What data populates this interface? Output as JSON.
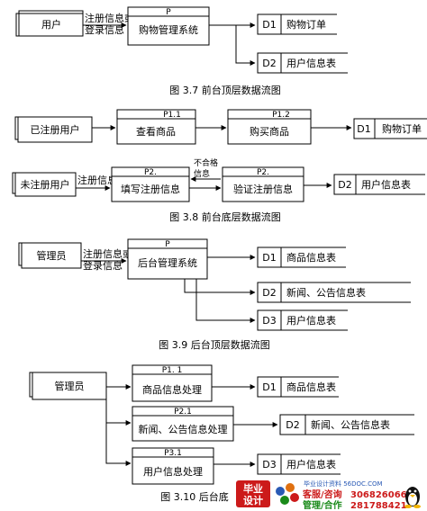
{
  "diagrams": [
    {
      "caption": "图 3.7 前台顶层数据流图",
      "external": "用户",
      "flow_lines": [
        "注册信息或",
        "登录信息"
      ],
      "process": {
        "id": "P",
        "name": "购物管理系统"
      },
      "stores": [
        {
          "id": "D1",
          "name": "购物订单"
        },
        {
          "id": "D2",
          "name": "用户信息表"
        }
      ]
    },
    {
      "caption": "图 3.8 前台底层数据流图",
      "row1": {
        "external": "已注册用户",
        "processes": [
          {
            "id": "P1.1",
            "name": "查看商品"
          },
          {
            "id": "P1.2",
            "name": "购买商品"
          }
        ],
        "store": {
          "id": "D1",
          "name": "购物订单"
        }
      },
      "row2": {
        "external": "未注册用户",
        "flow": "注册信息",
        "reject": [
          "不合格",
          "信息"
        ],
        "processes": [
          {
            "id": "P2.",
            "name": "填写注册信息"
          },
          {
            "id": "P2.",
            "name": "验证注册信息"
          }
        ],
        "store": {
          "id": "D2",
          "name": "用户信息表"
        }
      }
    },
    {
      "caption": "图 3.9 后台顶层数据流图",
      "external": "管理员",
      "flow_lines": [
        "注册信息或",
        "登录信息"
      ],
      "process": {
        "id": "P",
        "name": "后台管理系统"
      },
      "stores": [
        {
          "id": "D1",
          "name": "商品信息表"
        },
        {
          "id": "D2",
          "name": "新闻、公告信息表"
        },
        {
          "id": "D3",
          "name": "用户信息表"
        }
      ]
    },
    {
      "caption": "图 3.10 后台底",
      "external": "管理员",
      "processes": [
        {
          "id": "P1. 1",
          "name": "商品信息处理"
        },
        {
          "id": "P2.1",
          "name": "新闻、公告信息处理"
        },
        {
          "id": "P3.1",
          "name": "用户信息处理"
        }
      ],
      "stores": [
        {
          "id": "D1",
          "name": "商品信息表"
        },
        {
          "id": "D2",
          "name": "新闻、公告信息表"
        },
        {
          "id": "D3",
          "name": "用户信息表"
        }
      ]
    }
  ],
  "watermark": {
    "logo_top": "毕业",
    "logo_bottom": "设计",
    "site": "毕业设计资料 56DOC.COM",
    "line1_label": "客服/咨询",
    "line1_number": "306826066",
    "line2_label": "管理/合作",
    "line2_number": "281788421",
    "colors": {
      "red": "#cc1a1a",
      "orange": "#e07010",
      "green": "#1a8a1a",
      "blue": "#2a5ab5"
    }
  }
}
